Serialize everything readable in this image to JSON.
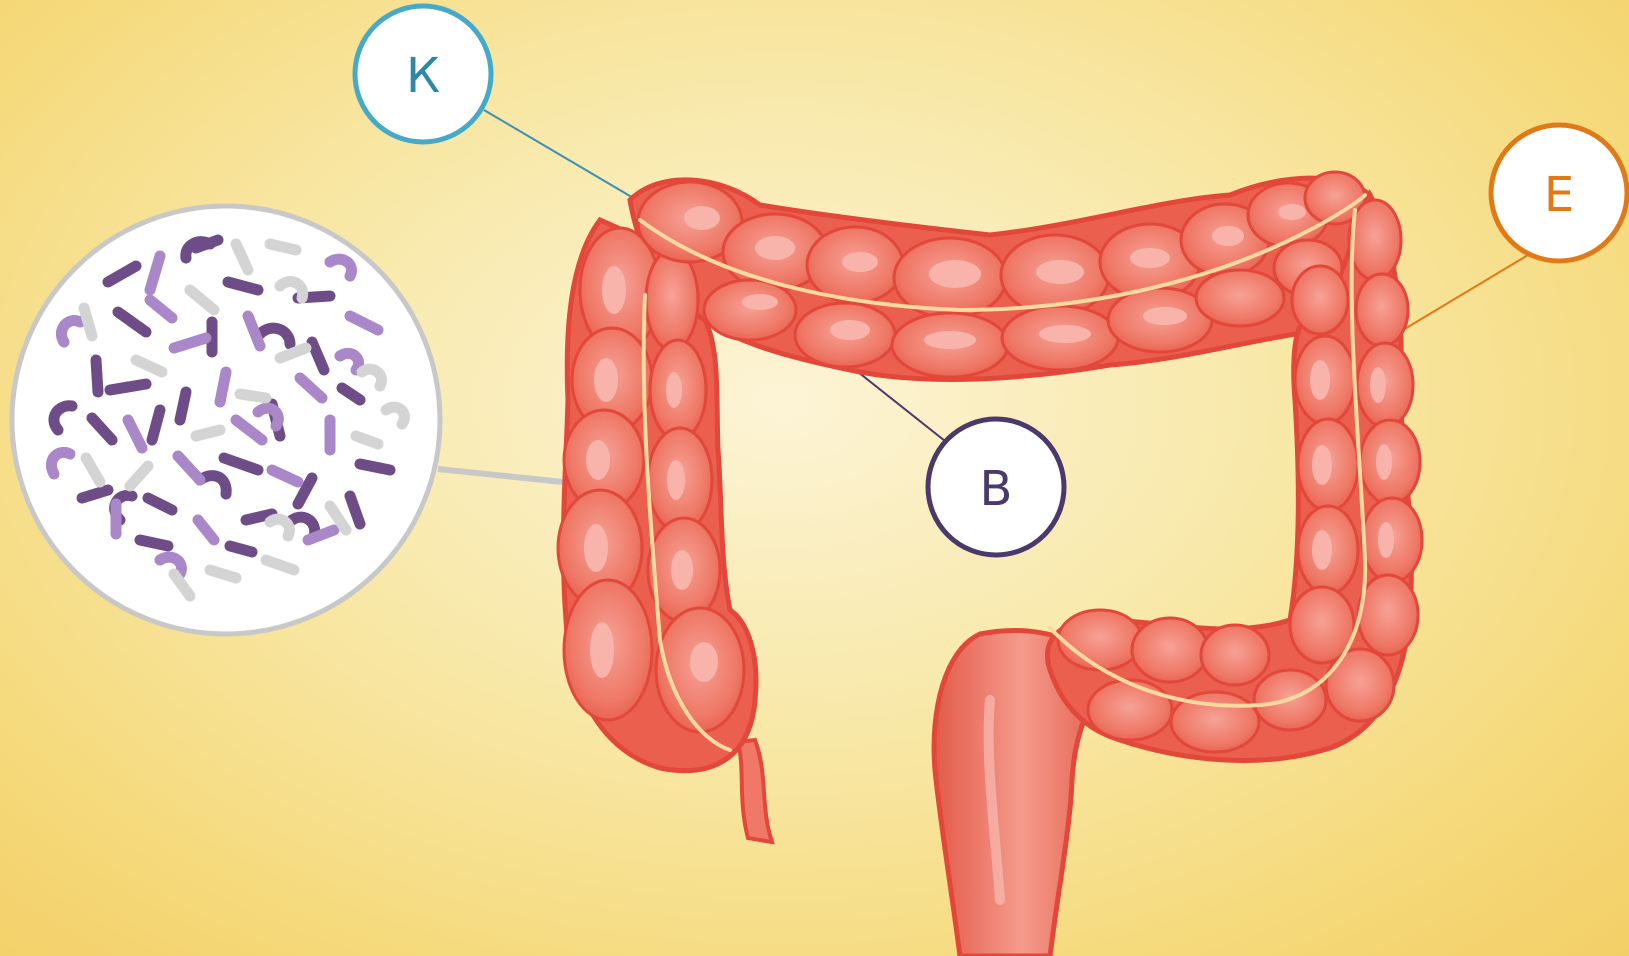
{
  "labels": {
    "k": "К",
    "b": "В",
    "e": "Е"
  },
  "colors": {
    "background_center": "#fcf4d6",
    "background_edge": "#f3cf67",
    "colon_outline": "#e3473a",
    "colon_fill": "#ef7866",
    "colon_highlight": "#f7a9a0",
    "taenia": "#f9d9a0",
    "label_k": "#45a9c9",
    "label_k_text": "#2d88a6",
    "label_b": "#4a3a6c",
    "label_e": "#e17a16",
    "bacteria_dark": "#6d4c88",
    "bacteria_light": "#a987c8",
    "bacteria_gray": "#d4d4d4",
    "magnifier_border": "#c8c8c8"
  },
  "icons": {
    "magnifier": "bacteria-magnifier",
    "organ": "large-intestine"
  }
}
